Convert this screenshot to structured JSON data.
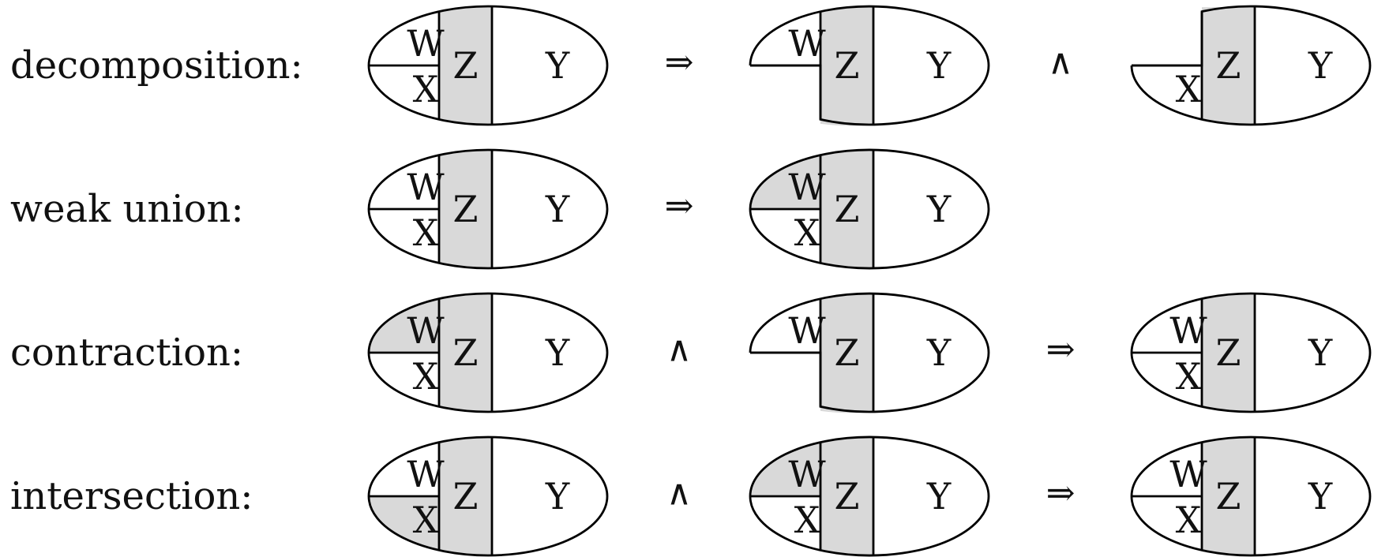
{
  "colors": {
    "shade": "#d9d9d9",
    "line": "#000000"
  },
  "rows": [
    {
      "label": "decomposition:",
      "items": [
        {
          "kind": "diagram",
          "shape": "full",
          "shaded": [
            "Z"
          ]
        },
        {
          "kind": "op",
          "symbol": "⇒"
        },
        {
          "kind": "diagram",
          "shape": "top",
          "shaded": [
            "Z"
          ]
        },
        {
          "kind": "op",
          "symbol": "∧"
        },
        {
          "kind": "diagram",
          "shape": "bottom",
          "shaded": [
            "Z"
          ]
        }
      ]
    },
    {
      "label": "weak union:",
      "items": [
        {
          "kind": "diagram",
          "shape": "full",
          "shaded": [
            "Z"
          ]
        },
        {
          "kind": "op",
          "symbol": "⇒"
        },
        {
          "kind": "diagram",
          "shape": "full",
          "shaded": [
            "Z",
            "W"
          ]
        }
      ]
    },
    {
      "label": "contraction:",
      "items": [
        {
          "kind": "diagram",
          "shape": "full",
          "shaded": [
            "Z",
            "W"
          ]
        },
        {
          "kind": "op",
          "symbol": "∧"
        },
        {
          "kind": "diagram",
          "shape": "top",
          "shaded": [
            "Z"
          ]
        },
        {
          "kind": "op",
          "symbol": "⇒"
        },
        {
          "kind": "diagram",
          "shape": "full",
          "shaded": [
            "Z"
          ]
        }
      ]
    },
    {
      "label": "intersection:",
      "items": [
        {
          "kind": "diagram",
          "shape": "full",
          "shaded": [
            "Z",
            "X"
          ]
        },
        {
          "kind": "op",
          "symbol": "∧"
        },
        {
          "kind": "diagram",
          "shape": "full",
          "shaded": [
            "Z",
            "W"
          ]
        },
        {
          "kind": "op",
          "symbol": "⇒"
        },
        {
          "kind": "diagram",
          "shape": "full",
          "shaded": [
            "Z"
          ]
        }
      ]
    }
  ],
  "region_labels": {
    "W": "W",
    "X": "X",
    "Z": "Z",
    "Y": "Y"
  }
}
